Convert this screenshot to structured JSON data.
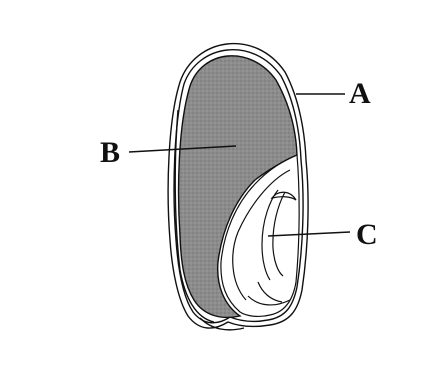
{
  "diagram": {
    "labels": {
      "a": "A",
      "b": "B",
      "c": "C"
    },
    "colors": {
      "ink": "#111111",
      "endosperm_fill": "#8c8c8c",
      "background": "#ffffff"
    },
    "parts": [
      {
        "id": "A",
        "structure": "seed-coat"
      },
      {
        "id": "B",
        "structure": "endosperm"
      },
      {
        "id": "C",
        "structure": "embryo"
      }
    ]
  }
}
